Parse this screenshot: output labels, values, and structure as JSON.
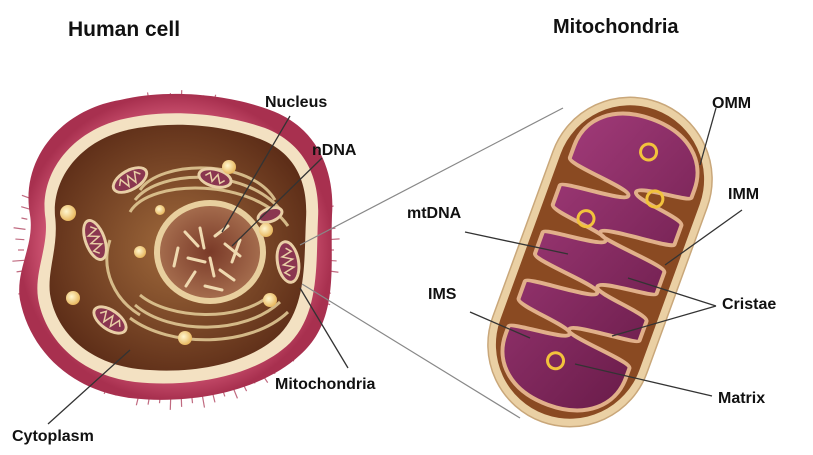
{
  "titles": {
    "left": "Human cell",
    "right": "Mitochondria"
  },
  "labels": {
    "nucleus": "Nucleus",
    "ndna": "nDNA",
    "mitochondria": "Mitochondria",
    "cytoplasm": "Cytoplasm",
    "omm": "OMM",
    "imm": "IMM",
    "mtdna": "mtDNA",
    "ims": "IMS",
    "cristae": "Cristae",
    "matrix": "Matrix"
  },
  "colors": {
    "membrane_outer": "#c94b6a",
    "cytoplasm": "#6e3a22",
    "cell_border": "#f3e1c2",
    "nucleus": "#9e6a4c",
    "mito_outer": "#e8c89c",
    "mito_ims": "#8a4a22",
    "mito_matrix": "#8c2a62",
    "mtdna_ring": "#f0c040"
  }
}
